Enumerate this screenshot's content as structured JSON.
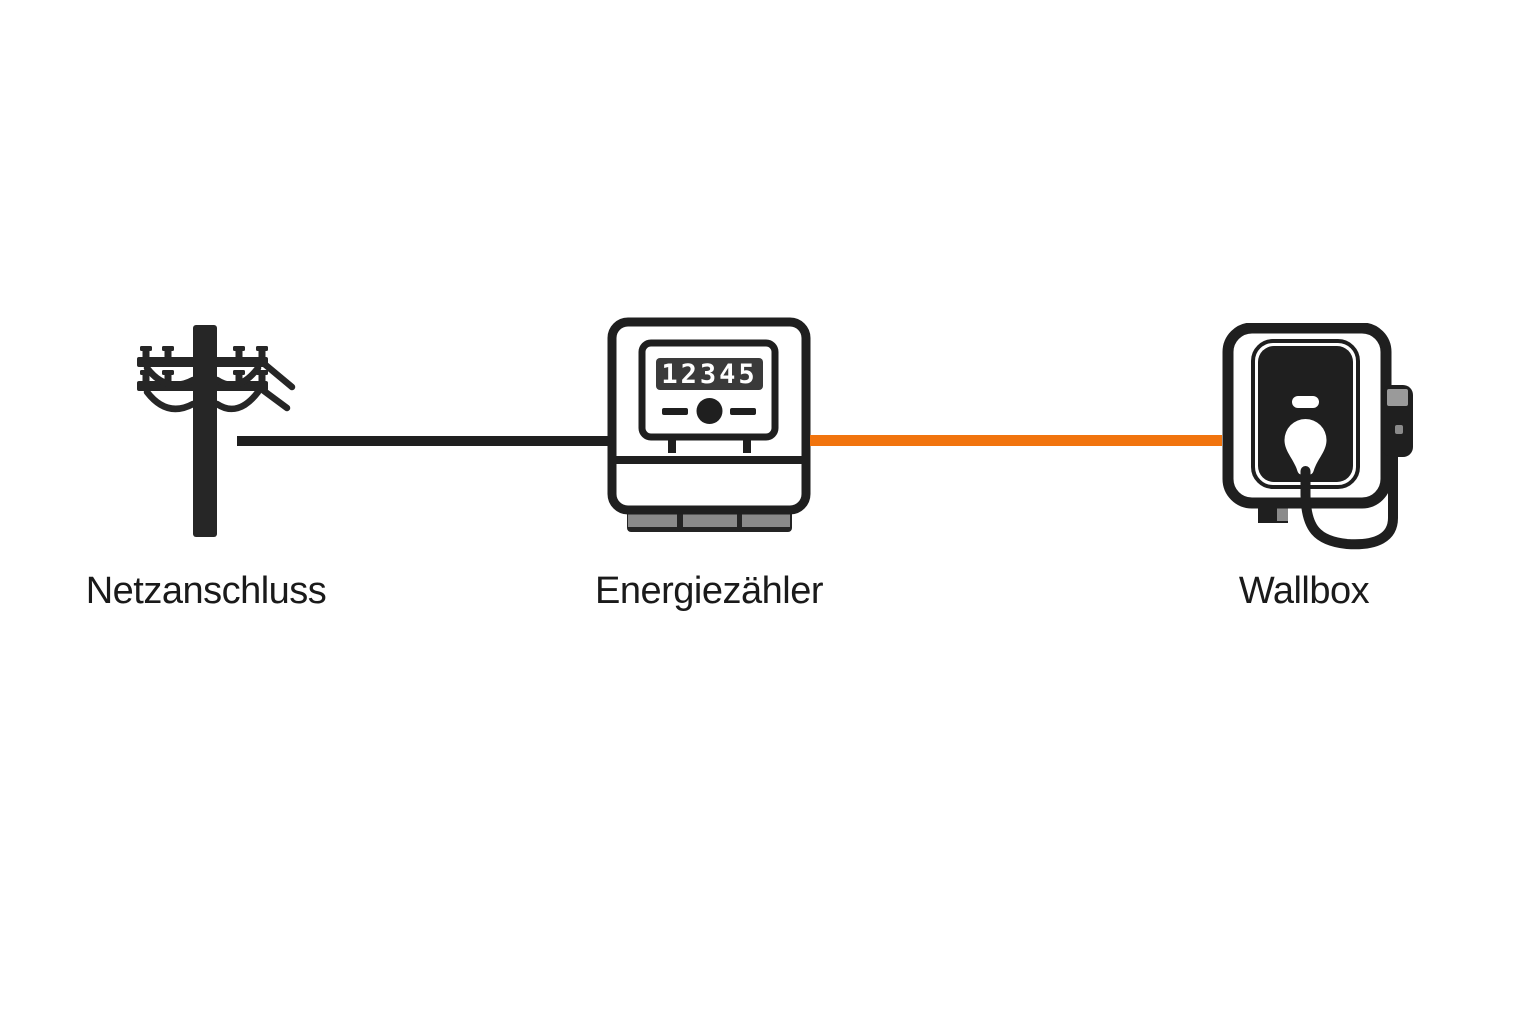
{
  "page": {
    "background": "#ffffff"
  },
  "diagram": {
    "nodes": [
      {
        "id": "netzanschluss",
        "label": "Netzanschluss",
        "icon": "utility-pole-icon"
      },
      {
        "id": "energiezaehler",
        "label": "Energiezähler",
        "icon": "energy-meter-icon",
        "meter_display": "12345"
      },
      {
        "id": "wallbox",
        "label": "Wallbox",
        "icon": "wallbox-icon"
      }
    ],
    "connections": [
      {
        "from": "Netzanschluss",
        "to": "Energiezähler",
        "color": "#1f1f1f",
        "style": "solid"
      },
      {
        "from": "Energiezähler",
        "to": "Wallbox",
        "color": "#f1740e",
        "style": "solid"
      }
    ],
    "colors": {
      "icon_stroke": "#1f1f1f",
      "connection_black": "#1f1f1f",
      "connection_orange": "#f1740e",
      "meter_display_bg": "#3a3a3a",
      "meter_display_text": "#ffffff",
      "terminal_gray": "#8a8a8a",
      "label_text": "#1a1a1a"
    }
  }
}
